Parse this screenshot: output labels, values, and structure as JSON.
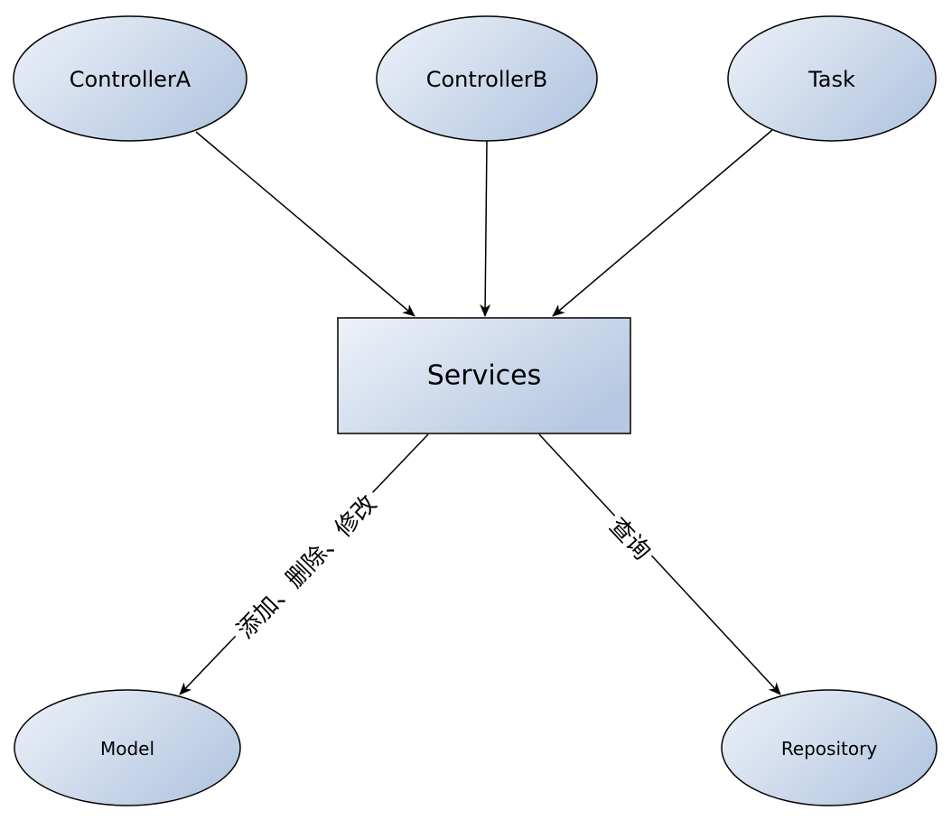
{
  "colors": {
    "node_fill_light": "#eef2f9",
    "node_fill_dark": "#b7c9e2",
    "stroke": "#000000"
  },
  "nodes": {
    "controller_a": {
      "label": "ControllerA",
      "shape": "ellipse"
    },
    "controller_b": {
      "label": "ControllerB",
      "shape": "ellipse"
    },
    "task": {
      "label": "Task",
      "shape": "ellipse"
    },
    "services": {
      "label": "Services",
      "shape": "rectangle"
    },
    "model": {
      "label": "Model",
      "shape": "ellipse"
    },
    "repository": {
      "label": "Repository",
      "shape": "ellipse"
    }
  },
  "edges": {
    "services_to_model": {
      "from": "Services",
      "to": "Model",
      "label": "添加、删除、修改"
    },
    "services_to_repository": {
      "from": "Services",
      "to": "Repository",
      "label": "查询"
    },
    "controller_a_to_services": {
      "from": "ControllerA",
      "to": "Services"
    },
    "controller_b_to_services": {
      "from": "ControllerB",
      "to": "Services"
    },
    "task_to_services": {
      "from": "Task",
      "to": "Services"
    }
  }
}
